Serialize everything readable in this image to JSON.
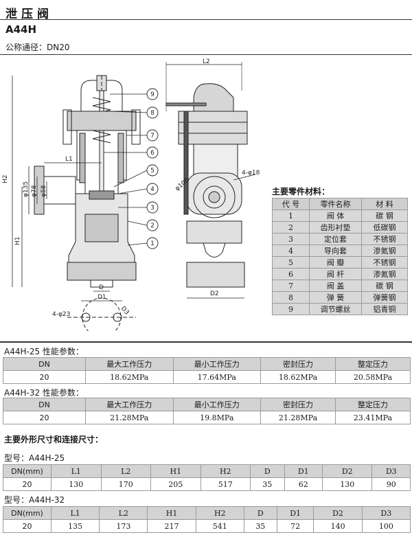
{
  "header": {
    "title": "泄压阀",
    "model": "A44H",
    "nominal": "公称通径：DN20"
  },
  "drawing": {
    "labels": {
      "L1": "L1",
      "L2": "L2",
      "H1": "H1",
      "H2": "H2",
      "D": "D",
      "D1": "D1",
      "D2": "D2",
      "D3": "D3",
      "phi135": "φ135",
      "phi78": "φ78",
      "phi58": "φ58",
      "phi100": "φ100",
      "bolt18": "4-φ18",
      "bolt23": "4-φ23"
    },
    "callouts": [
      "9",
      "8",
      "7",
      "6",
      "5",
      "4",
      "3",
      "2",
      "1"
    ]
  },
  "parts": {
    "title": "主要零件材料：",
    "headers": [
      "代 号",
      "零件名称",
      "材 料"
    ],
    "rows": [
      [
        "1",
        "阀 体",
        "碳 钢"
      ],
      [
        "2",
        "齿形衬垫",
        "低碳钢"
      ],
      [
        "3",
        "定位套",
        "不锈钢"
      ],
      [
        "4",
        "导向套",
        "渗氮钢"
      ],
      [
        "5",
        "阀 瓣",
        "不锈钢"
      ],
      [
        "6",
        "阀 杆",
        "渗氮钢"
      ],
      [
        "7",
        "阀 盖",
        "碳 钢"
      ],
      [
        "8",
        "弹 簧",
        "弹簧钢"
      ],
      [
        "9",
        "调节螺丝",
        "铝青铜"
      ]
    ]
  },
  "perf25": {
    "title": "A44H-25 性能参数：",
    "headers": [
      "DN",
      "最大工作压力",
      "最小工作压力",
      "密封压力",
      "整定压力"
    ],
    "row": [
      "20",
      "18.62MPa",
      "17.64MPa",
      "18.62MPa",
      "20.58MPa"
    ]
  },
  "perf32": {
    "title": "A44H-32 性能参数：",
    "headers": [
      "DN",
      "最大工作压力",
      "最小工作压力",
      "密封压力",
      "整定压力"
    ],
    "row": [
      "20",
      "21.28MPa",
      "19.8MPa",
      "21.28MPa",
      "23.41MPa"
    ]
  },
  "dims": {
    "title": "主要外形尺寸和连接尺寸：",
    "model25": "型号：A44H-25",
    "model32": "型号：A44H-32",
    "headers": [
      "DN(mm)",
      "L1",
      "L2",
      "H1",
      "H2",
      "D",
      "D1",
      "D2",
      "D3"
    ],
    "row25": [
      "20",
      "130",
      "170",
      "205",
      "517",
      "35",
      "62",
      "130",
      "90"
    ],
    "row32": [
      "20",
      "135",
      "173",
      "217",
      "541",
      "35",
      "72",
      "140",
      "100"
    ]
  }
}
